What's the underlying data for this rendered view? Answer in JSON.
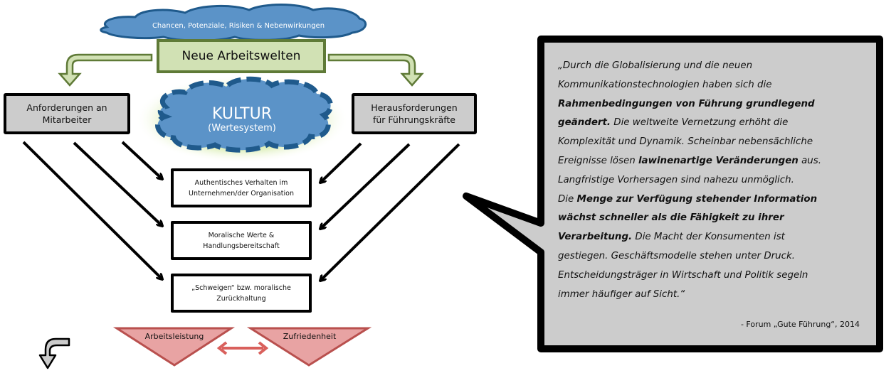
{
  "top_cloud": {
    "text": "Chancen, Potenziale, Risiken & Nebenwirkungen"
  },
  "center_box": {
    "label": "Neue Arbeitswelten"
  },
  "left_box": {
    "line1": "Anforderungen an",
    "line2": "Mitarbeiter"
  },
  "right_box": {
    "line1": "Herausforderungen",
    "line2": "für Führungskräfte"
  },
  "kultur_cloud": {
    "title": "KULTUR",
    "subtitle": "(Wertesystem)"
  },
  "stack_boxes": [
    {
      "line1": "Authentisches Verhalten im",
      "line2": "Unternehmen/der Organisation"
    },
    {
      "line1": "Moralische Werte &",
      "line2": "Handlungsbereitschaft"
    },
    {
      "line1": "„Schweigen“ bzw. moralische",
      "line2": "Zurückhaltung"
    }
  ],
  "outcomes": [
    {
      "label": "Arbeitsleistung"
    },
    {
      "label": "Zufriedenheit"
    }
  ],
  "quote": {
    "lines": [
      [
        {
          "t": "„Durch die Globalisierung und die neuen",
          "b": false
        }
      ],
      [
        {
          "t": "Kommunikationstechnologien haben sich die",
          "b": false
        }
      ],
      [
        {
          "t": "Rahmenbedingungen von Führung grundlegend",
          "b": true
        }
      ],
      [
        {
          "t": "geändert.",
          "b": true
        },
        {
          "t": " Die weltweite Vernetzung erhöht die",
          "b": false
        }
      ],
      [
        {
          "t": "Komplexität und Dynamik. Scheinbar nebensächliche",
          "b": false
        }
      ],
      [
        {
          "t": "Ereignisse lösen ",
          "b": false
        },
        {
          "t": "lawinenartige Veränderungen",
          "b": true
        },
        {
          "t": " aus.",
          "b": false
        }
      ],
      [
        {
          "t": "Langfristige Vorhersagen sind nahezu unmöglich.",
          "b": false
        }
      ],
      [
        {
          "t": "Die ",
          "b": false
        },
        {
          "t": "Menge zur Verfügung stehender Information",
          "b": true
        }
      ],
      [
        {
          "t": "wächst schneller als die Fähigkeit zu ihrer",
          "b": true
        }
      ],
      [
        {
          "t": "Verarbeitung.",
          "b": true
        },
        {
          "t": " Die Macht der Konsumenten ist",
          "b": false
        }
      ],
      [
        {
          "t": "gestiegen. Geschäftsmodelle stehen unter Druck.",
          "b": false
        }
      ],
      [
        {
          "t": "Entscheidungsträger in Wirtschaft und Politik segeln",
          "b": false
        }
      ],
      [
        {
          "t": "immer häufiger auf Sicht.“",
          "b": false
        }
      ]
    ],
    "attribution": "- Forum „Gute Führung“, 2014"
  },
  "icons": {
    "back_arrow": "curved-arrow-down-left-icon"
  },
  "colors": {
    "cloud_fill": "#5b93c8",
    "cloud_stroke": "#1f5a8c",
    "green_fill": "#d1e1b4",
    "green_stroke": "#5f7a37",
    "grey_fill": "#cccccc",
    "triangle_fill": "#e8a3a3",
    "triangle_stroke": "#b9504e",
    "double_arrow": "#d9605c",
    "glow": "#cfe89a"
  }
}
